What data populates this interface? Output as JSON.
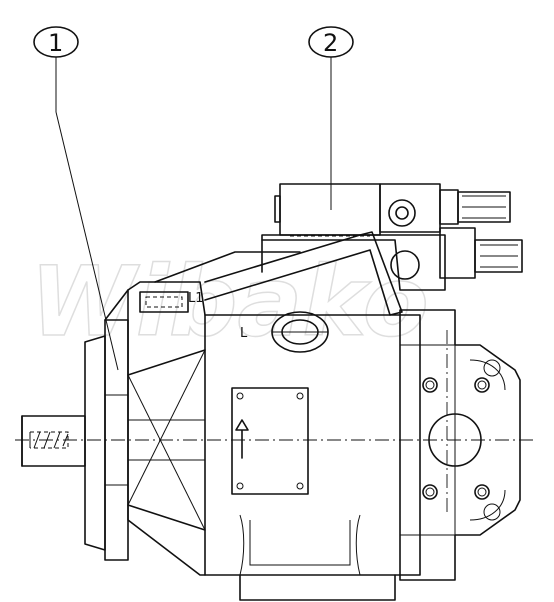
{
  "callouts": {
    "one": "1",
    "two": "2"
  },
  "labels": {
    "port_l": "L",
    "port_l1": "L1"
  },
  "watermark": "Wibako"
}
